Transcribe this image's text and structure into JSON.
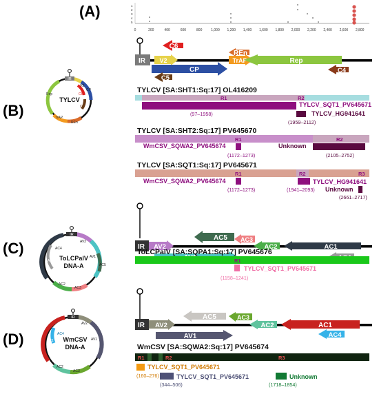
{
  "panels": {
    "a": "(A)",
    "b": "(B)",
    "c": "(C)",
    "d": "(D)"
  },
  "scatter": {
    "y_ticks": [
      "1",
      "2",
      "3",
      "4",
      "5"
    ],
    "x_ticks": [
      "0",
      "200",
      "400",
      "600",
      "800",
      "1,000",
      "1,200",
      "1,400",
      "1,600",
      "1,800",
      "2,000",
      "2,200",
      "2,400",
      "2,600",
      "2,800"
    ]
  },
  "tylcv_map": {
    "ir": "IR",
    "genes": {
      "c6": "C6",
      "ren": "REn",
      "v2": "V2",
      "trap": "TrAP",
      "rep": "Rep",
      "cp": "CP",
      "c4": "C4",
      "c5": "C5"
    },
    "circle_name": "TYLCV",
    "circle_genes": {
      "ir": "IR",
      "v2": "V2",
      "cp": "CP",
      "c6": "C6",
      "c5": "C5",
      "rep": "Rep",
      "trap": "TrAP",
      "ren": "REn"
    }
  },
  "rec_tylcv_ol": {
    "title": "TYLCV [SA:SHT1:Sq:17] OL416209",
    "r1": "R1",
    "r2": "R2",
    "p1_label": "TYLCV_SQT1_PV645671",
    "p1_range": "(97–1958)",
    "p2_label": "TYLCV_HG941641",
    "p2_range": "(1959–2112)"
  },
  "rec_tylcv_sht2": {
    "title": "TYLCV [SA:SHT2:Sq:17] PV645670",
    "r1": "R1",
    "r2": "R2",
    "p1_label": "WmCSV_SQWA2_PV645674",
    "p1_range": "(1172–1273)",
    "p2_label": "Unknown",
    "p2_range": "(2105–2752)"
  },
  "rec_tylcv_sqt1": {
    "title": "TYLCV [SA:SQT1:Sq:17] PV645671",
    "r1": "R1",
    "r2": "R2",
    "r3": "R3",
    "p1_label": "WmCSV_SQWA2_PV645674",
    "p1_range": "(1172–1273)",
    "p2_label": "TYLCV_HG941641",
    "p2_range": "(1941–2093)",
    "p3_label": "Unknown",
    "p3_range": "(2661–2717)"
  },
  "tolcpalv_map": {
    "ir": "IR",
    "genes": {
      "av2": "AV2",
      "ac5": "AC5",
      "ac3": "AC3",
      "ac2": "AC2",
      "ac1": "AC1",
      "av1": "AV1",
      "ac4": "AC4"
    },
    "circle_name_1": "ToLCPalV",
    "circle_name_2": "DNA-A",
    "circle_genes": {
      "ir": "IR",
      "av2": "AV2",
      "av1": "AV1",
      "ac5": "AC5",
      "ac1": "AC1",
      "ac4": "AC4",
      "ac2": "AC2",
      "ac3": "AC3"
    }
  },
  "rec_tolcpalv": {
    "title": "ToLCPalV [SA:SQPA1:Sq:17] PV645676",
    "r1": "R1",
    "p1_label": "TYLCV_SQT1_PV645671",
    "p1_range": "(1158–1241)"
  },
  "wmcsv_map": {
    "ir": "IR",
    "genes": {
      "av2": "AV2",
      "ac5": "AC5",
      "ac3": "AC3",
      "ac2": "AC2",
      "ac1": "AC1",
      "av1": "AV1",
      "ac4": "AC4"
    },
    "circle_name_1": "WmCSV",
    "circle_name_2": "DNA-A",
    "circle_genes": {
      "ir": "IR",
      "av2": "AV2",
      "av1": "AV1",
      "ac1": "AC1",
      "ac4": "AC4",
      "ac2": "AC2",
      "ac3": "AC3"
    }
  },
  "rec_wmcsv": {
    "title": "WmCSV [SA:SQWA2:Sq:17] PV645674",
    "r1": "R1",
    "r2": "R2",
    "r3": "R3",
    "p1_label": "TYLCV_SQT1_PV645671",
    "p1_range": "(160–276)",
    "p2_label": "TYLCV_SQT1_PV645671",
    "p2_range": "(344–506)",
    "p3_label": "Unknown",
    "p3_range": "(1718–1854)"
  },
  "colors": {
    "rec_tylcv_ol_bar": "#a6dde0",
    "rec_tylcv_ol_seg": "#c9a6be",
    "parent_purple": "#8e0f7e",
    "parent_dark": "#5a0a40",
    "rec_tylcv_sht2_bar": "#c88fca",
    "rec_tylcv_sqt1_bar": "#d9a192",
    "rec_tolcpalv_bar": "#1ac81a",
    "parent_pink": "#ef6fa6",
    "rec_wmcsv_bar": "#102410",
    "parent_orange": "#f39a12",
    "parent_slate": "#4e5176",
    "parent_green": "#127a34"
  }
}
